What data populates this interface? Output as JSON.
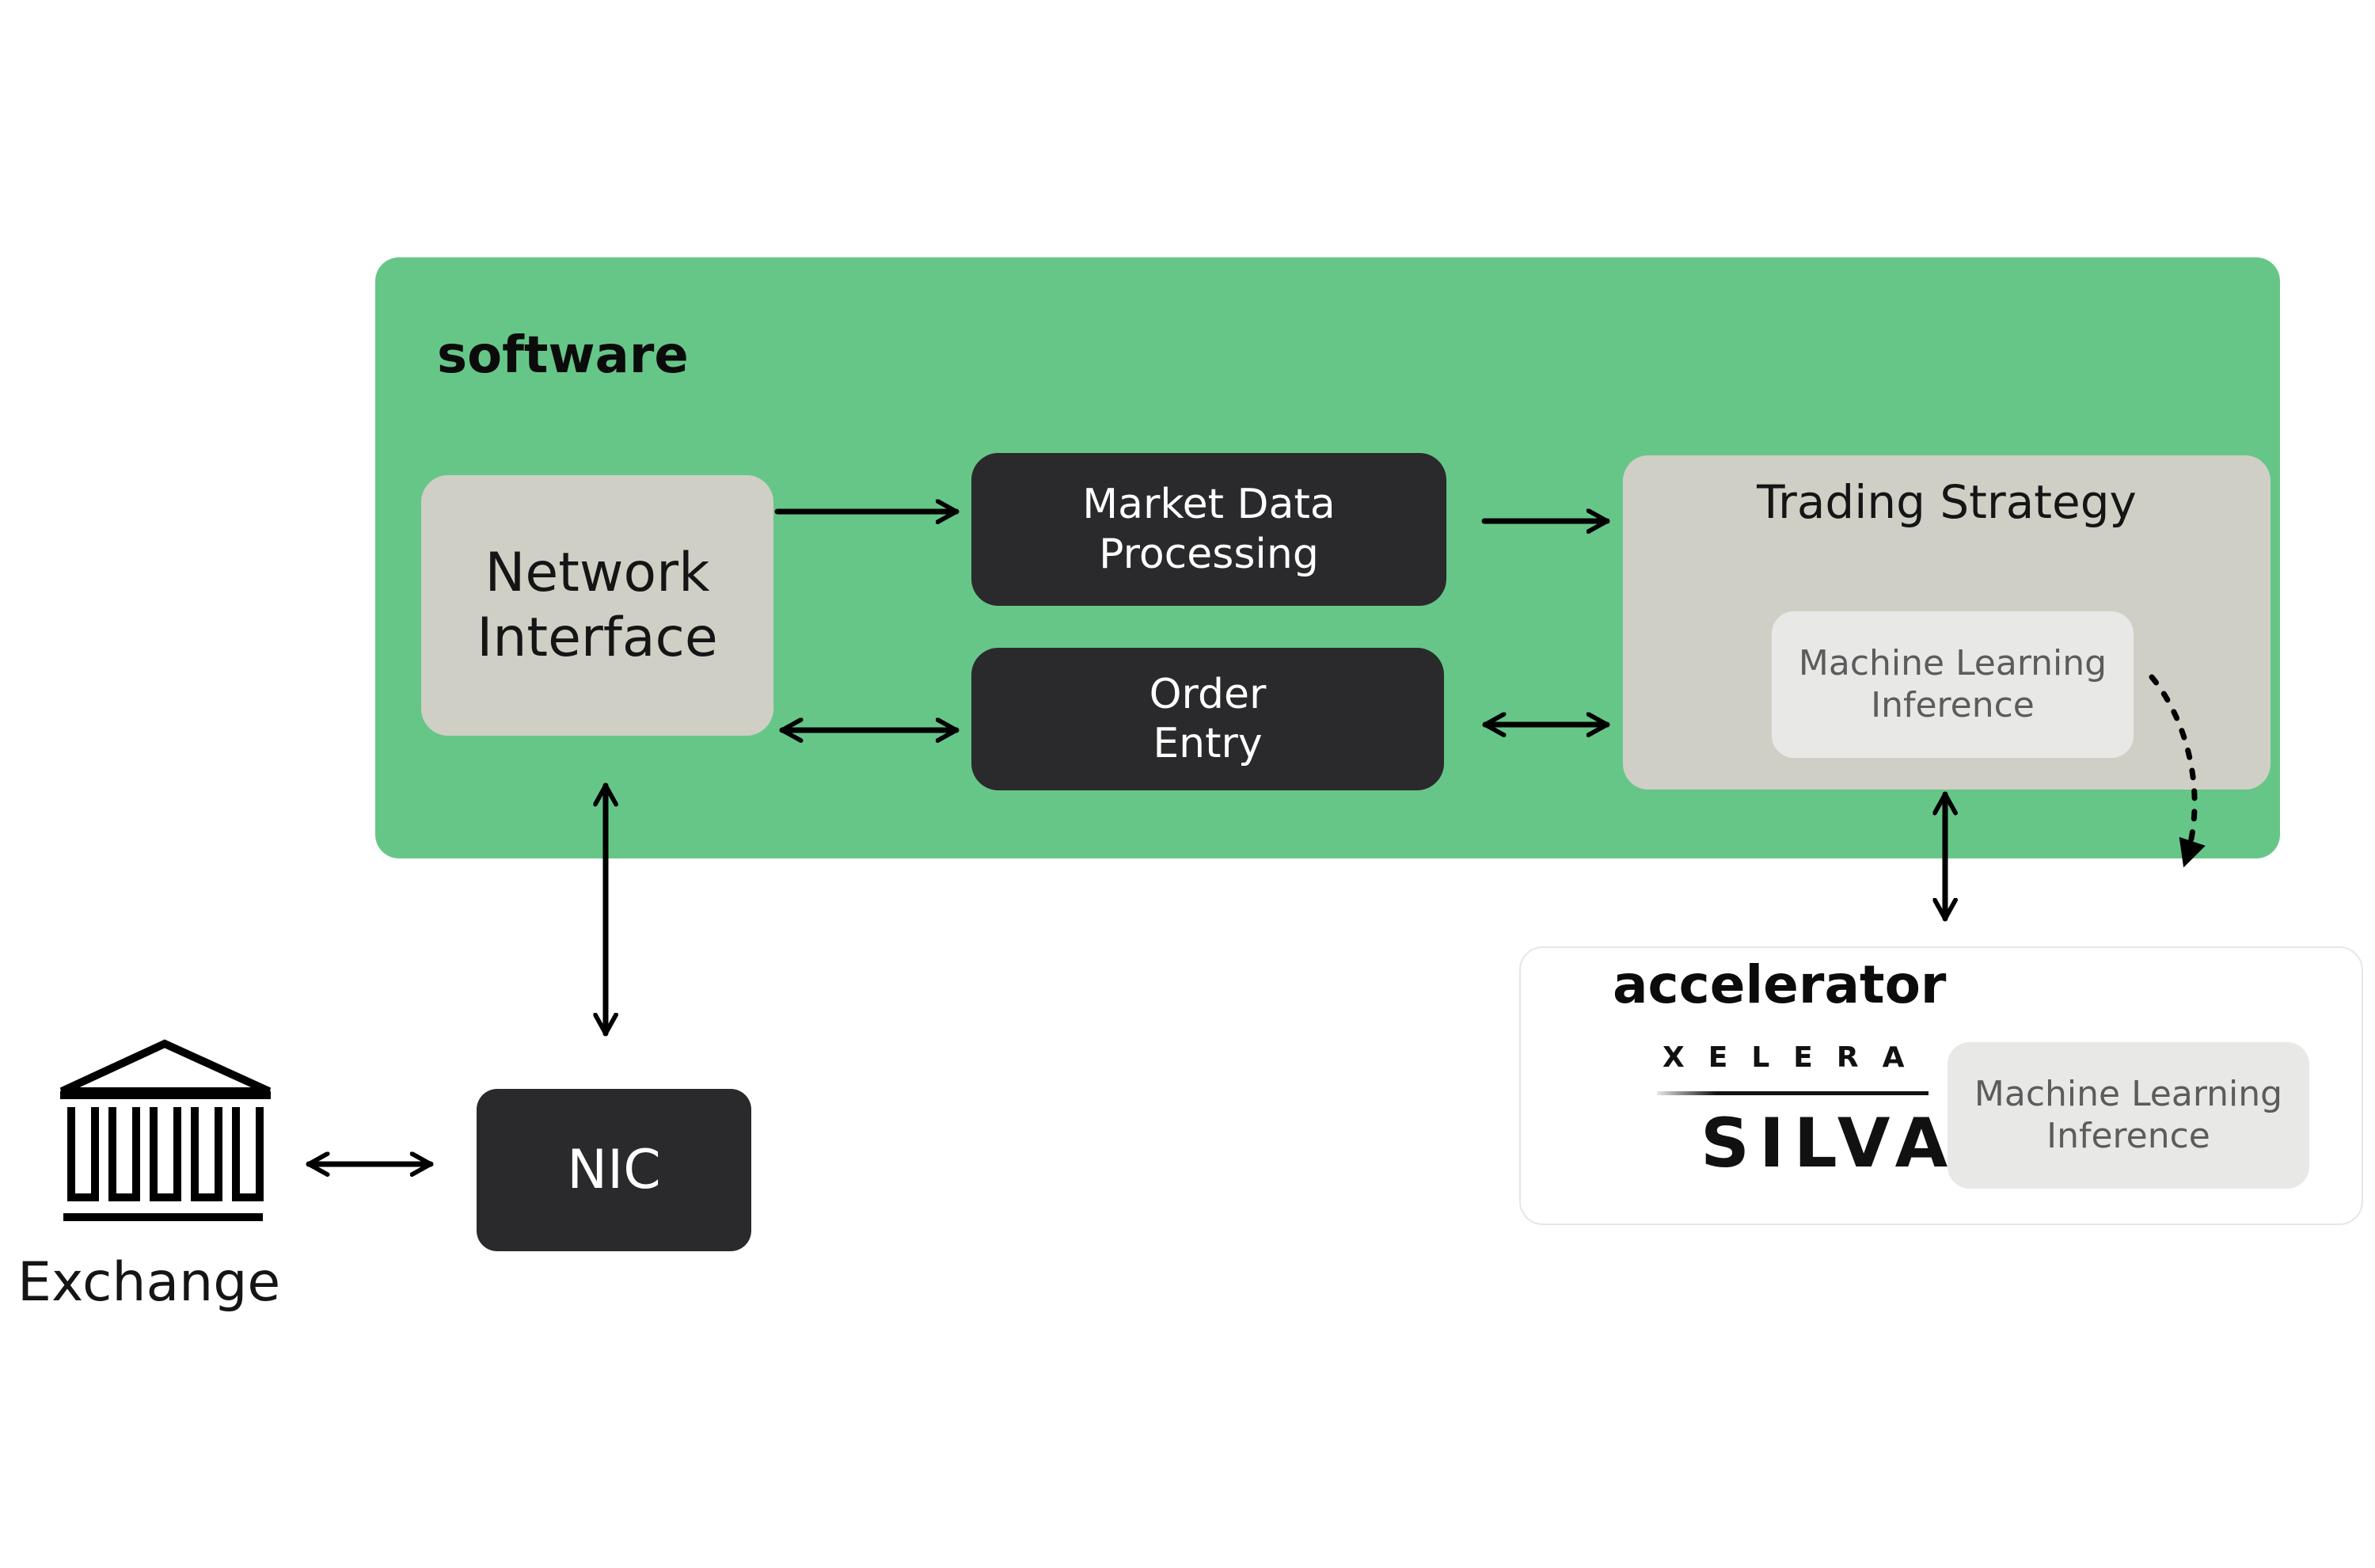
{
  "software": {
    "label": "software"
  },
  "network_interface": {
    "label": "Network\nInterface"
  },
  "market_data": {
    "label": "Market Data\nProcessing"
  },
  "order_entry": {
    "label": "Order\nEntry"
  },
  "trading_strategy": {
    "label": "Trading Strategy",
    "ml": {
      "label": "Machine Learning\nInference"
    }
  },
  "nic": {
    "label": "NIC"
  },
  "exchange": {
    "label": "Exchange",
    "icon": "bank-building-icon"
  },
  "accelerator": {
    "label": "accelerator",
    "logo_top": "XELERA",
    "logo_bottom": "SILVA",
    "ml": {
      "label": "Machine Learning\nInference"
    }
  },
  "colors": {
    "software_panel": "#66c688",
    "light_box": "#cfcfc6",
    "dark_box": "#2a2a2c",
    "ml_box": "#e8e8e6"
  }
}
